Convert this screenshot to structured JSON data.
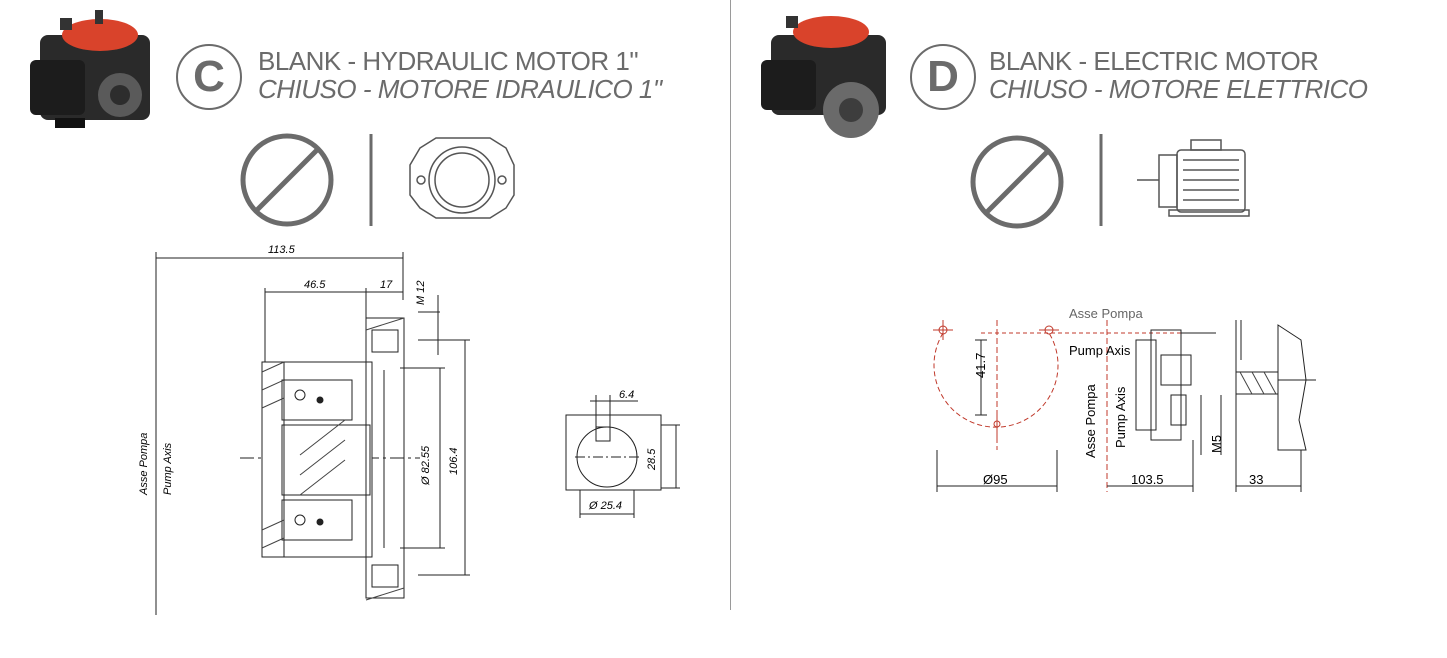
{
  "panel_c": {
    "badge": "C",
    "title_en": "BLANK - HYDRAULIC MOTOR 1\"",
    "title_it": "CHIUSO - MOTORE IDRAULICO 1\"",
    "dimensions": {
      "overall_length": "113.5",
      "length_a": "46.5",
      "length_b": "17",
      "thread": "M 12",
      "diameter_inner": "Ø 82.55",
      "diameter_outer": "106.4",
      "key_width": "6.4",
      "key_height": "28.5",
      "shaft_diameter": "Ø 25.4"
    },
    "axis_label_it": "Asse Pompa",
    "axis_label_en": "Pump Axis"
  },
  "panel_d": {
    "badge": "D",
    "title_en": "BLANK - ELECTRIC MOTOR",
    "title_it": "CHIUSO - MOTORE ELETTRICO",
    "dimensions": {
      "hole_offset": "41.7",
      "bolt_circle": "Ø95",
      "length": "103.5",
      "shaft": "33",
      "thread": "M5"
    },
    "axis_label_it": "Asse Pompa",
    "axis_label_en": "Pump Axis",
    "axis_label_top": "Pump Axis",
    "axis_label_cut": "Asse Pompa"
  },
  "colors": {
    "text_gray": "#6b6b6b",
    "pump_red": "#d9432b",
    "axis_red": "#c0392b"
  }
}
